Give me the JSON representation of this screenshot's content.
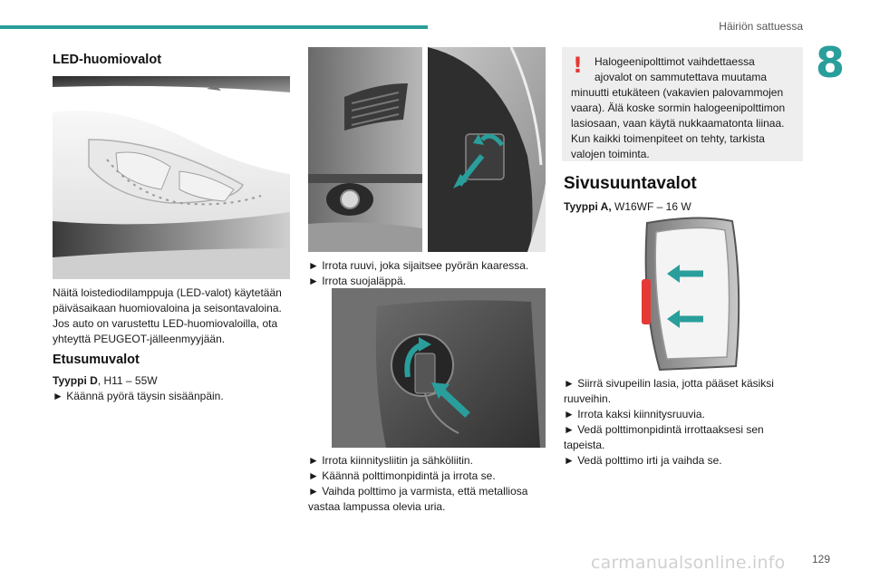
{
  "header": {
    "title": "Häiriön sattuessa",
    "chapter": "8"
  },
  "left": {
    "led_title": "LED-huomiovalot",
    "led_text": [
      "Näitä loistediodilamppuja (LED-valot) käytetään",
      "päiväsaikaan huomiovaloina ja seisontavaloina.",
      "Jos auto on varustettu LED-huomiovaloilla, ota",
      "yhteyttä PEUGEOT-jälleenmyyjään."
    ],
    "front_title": "Etusumuvalot",
    "front_type_bold": "Tyyppi D",
    "front_type_rest": ", H11 – 55W",
    "front_step": "► Käännä pyörä täysin sisäänpäin."
  },
  "middle": {
    "steps_a": [
      "► Irrota ruuvi, joka sijaitsee pyörän kaaressa.",
      "► Irrota suojaläppä."
    ],
    "steps_b": [
      "► Irrota kiinnitysliitin ja sähköliitin.",
      "► Käännä polttimonpidintä ja irrota se.",
      "► Vaihda polttimo ja varmista, että metalliosa",
      "vastaa lampussa olevia uria."
    ]
  },
  "right": {
    "warning_mark": "!",
    "warning_lines": [
      "Halogeenipolttimot vaihdettaessa",
      "ajovalot on sammutettava muutama",
      "minuutti etukäteen (vakavien palovammojen",
      "vaara). Älä koske sormin halogeenipolttimon",
      "lasiosaan, vaan käytä nukkaamatonta liinaa.",
      "Kun kaikki toimenpiteet on tehty, tarkista",
      "valojen toiminta."
    ],
    "section_title": "Sivusuuntavalot",
    "type_bold": "Tyyppi A,",
    "type_rest": " W16WF – 16 W",
    "steps": [
      "► Siirrä sivupeilin lasia, jotta pääset käsiksi",
      "ruuveihin.",
      "► Irrota kaksi kiinnitysruuvia.",
      "► Vedä polttimonpidintä irrottaaksesi sen",
      "tapeista.",
      "► Vedä polttimo irti ja vaihda se."
    ]
  },
  "footer": {
    "page": "129",
    "watermark": "carmanualsonline.info"
  },
  "colors": {
    "accent": "#2a9e9b",
    "warning": "#e53935",
    "warning_bg": "#eeeeee"
  }
}
